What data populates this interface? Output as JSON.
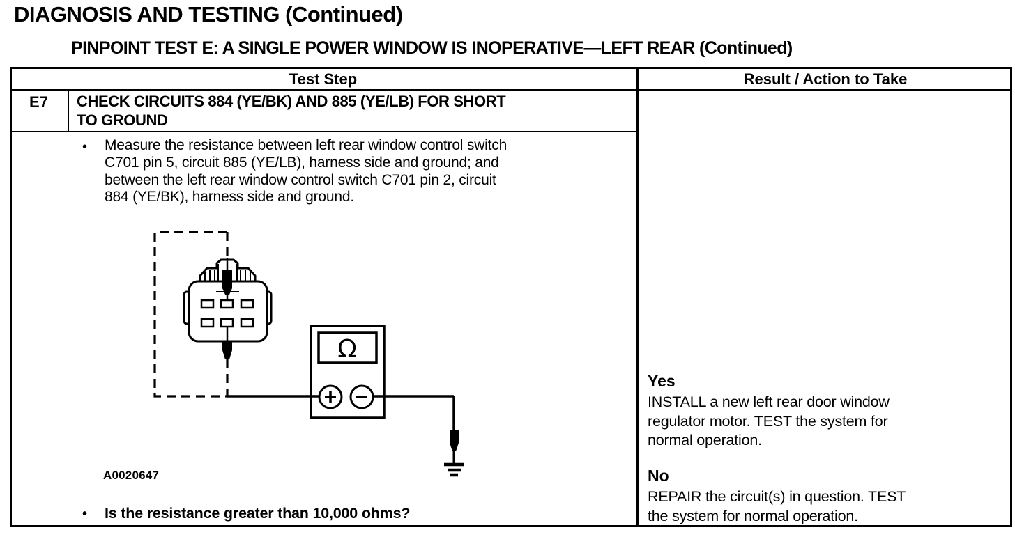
{
  "page": {
    "title": "DIAGNOSIS AND TESTING (Continued)",
    "subtitle": "PINPOINT TEST E: A SINGLE POWER WINDOW IS INOPERATIVE—LEFT REAR (Continued)"
  },
  "table": {
    "headers": {
      "test_step": "Test Step",
      "result": "Result / Action to Take"
    },
    "step": {
      "id": "E7",
      "title": "CHECK CIRCUITS 884 (YE/BK) AND 885 (YE/LB) FOR SHORT\nTO GROUND",
      "instruction": "Measure the resistance between left rear window control switch\nC701 pin 5, circuit 885 (YE/LB), harness side and ground; and\nbetween the left rear window control switch C701 pin 2, circuit\n884 (YE/BK), harness side and ground.",
      "figure_id": "A0020647",
      "question": "Is the resistance greater than 10,000 ohms?"
    },
    "results": [
      {
        "answer": "Yes",
        "action": "INSTALL a new left rear door window\nregulator motor. TEST the system for\nnormal operation."
      },
      {
        "answer": "No",
        "action": "REPAIR the circuit(s) in question. TEST\nthe system for normal operation."
      }
    ]
  },
  "glyphs": {
    "bullet": "•",
    "ohm_symbol": "Ω"
  },
  "colors": {
    "ink": "#000000",
    "paper": "#ffffff"
  }
}
